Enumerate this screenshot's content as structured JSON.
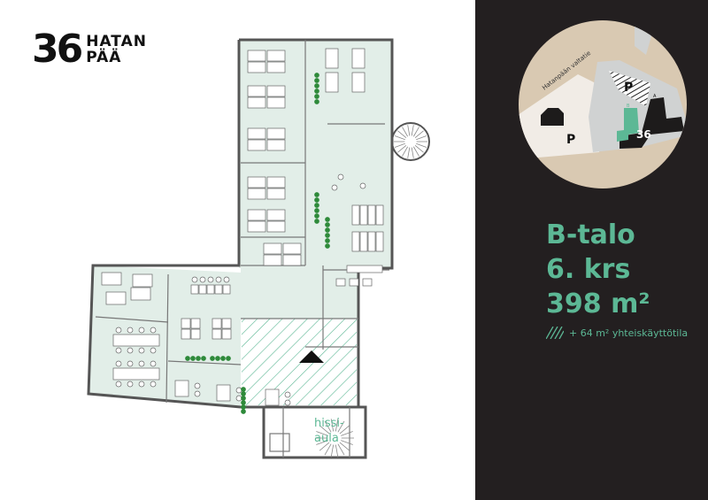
{
  "logo": {
    "number": "36",
    "line1": "HATAN",
    "line2": "PÄÄ"
  },
  "building": {
    "name": "B-talo",
    "floor": "6. krs",
    "area": "398 m²",
    "shared_note": "+ 64 m² yhteiskäyttötila"
  },
  "floorplan": {
    "lobby_label_line1": "hissi-",
    "lobby_label_line2": "aula"
  },
  "site_map": {
    "road": "Hatanpään valtatie",
    "parking": "P",
    "building_a": "A",
    "building_b": "B",
    "number": "36"
  },
  "colors": {
    "panel": "#231f20",
    "accent": "#5cb895",
    "floor": "#e2eee8",
    "map_bg": "#d9c9b2"
  }
}
